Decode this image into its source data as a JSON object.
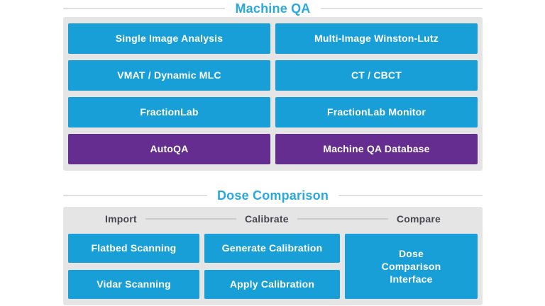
{
  "machine_qa": {
    "title": "Machine QA",
    "buttons": [
      {
        "label": "Single Image Analysis",
        "variant": "blue"
      },
      {
        "label": "Multi-Image Winston-Lutz",
        "variant": "blue"
      },
      {
        "label": "VMAT / Dynamic MLC",
        "variant": "blue"
      },
      {
        "label": "CT / CBCT",
        "variant": "blue"
      },
      {
        "label": "FractionLab",
        "variant": "blue"
      },
      {
        "label": "FractionLab Monitor",
        "variant": "blue"
      },
      {
        "label": "AutoQA",
        "variant": "purple"
      },
      {
        "label": "Machine QA Database",
        "variant": "purple"
      }
    ]
  },
  "dose_comparison": {
    "title": "Dose Comparison",
    "columns": [
      {
        "stage": "Import",
        "buttons": [
          "Flatbed Scanning",
          "Vidar Scanning"
        ]
      },
      {
        "stage": "Calibrate",
        "buttons": [
          "Generate Calibration",
          "Apply Calibration"
        ]
      },
      {
        "stage": "Compare",
        "buttons": [
          "Dose Comparison Interface"
        ]
      }
    ]
  },
  "colors": {
    "button_blue": "#189fd8",
    "button_purple": "#642d8f",
    "title_blue": "#2aa9e0",
    "stage_text": "#47474f",
    "panel_gray": "#e5e5e5"
  }
}
